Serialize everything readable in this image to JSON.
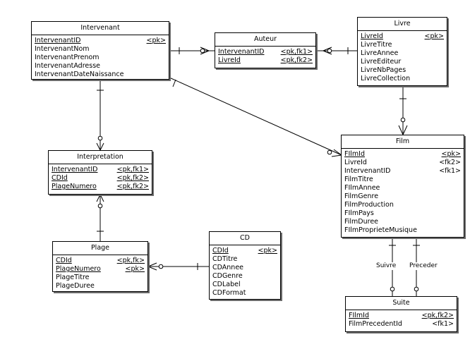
{
  "entities": {
    "intervenant": {
      "title": "Intervenant",
      "attributes": [
        {
          "name": "IntervenantID",
          "key": "<pk>",
          "underline": true
        },
        {
          "name": "IntervenantNom",
          "key": ""
        },
        {
          "name": "IntervenantPrenom",
          "key": ""
        },
        {
          "name": "IntervenantAdresse",
          "key": ""
        },
        {
          "name": "IntervenantDateNaissance",
          "key": ""
        }
      ]
    },
    "auteur": {
      "title": "Auteur",
      "attributes": [
        {
          "name": "IntervenantID",
          "key": "<pk,fk1>",
          "underline": true
        },
        {
          "name": "LivreId",
          "key": "<pk,fk2>",
          "underline": true
        }
      ]
    },
    "livre": {
      "title": "Livre",
      "attributes": [
        {
          "name": "LivreId",
          "key": "<pk>",
          "underline": true
        },
        {
          "name": "LivreTitre",
          "key": ""
        },
        {
          "name": "LivreAnnee",
          "key": ""
        },
        {
          "name": "LivreEditeur",
          "key": ""
        },
        {
          "name": "LivreNbPages",
          "key": ""
        },
        {
          "name": "LivreCollection",
          "key": ""
        }
      ]
    },
    "interpretation": {
      "title": "Interpretation",
      "attributes": [
        {
          "name": "IntervenantID",
          "key": "<pk,fk1>",
          "underline": true
        },
        {
          "name": "CDId",
          "key": "<pk,fk2>",
          "underline": true
        },
        {
          "name": "PlageNumero",
          "key": "<pk,fk2>",
          "underline": true
        }
      ]
    },
    "film": {
      "title": "Film",
      "attributes": [
        {
          "name": "FIlmId",
          "key": "<pk>",
          "underline": true
        },
        {
          "name": "LivreId",
          "key": "<fk2>"
        },
        {
          "name": "IntervenantID",
          "key": "<fk1>"
        },
        {
          "name": "FilmTitre",
          "key": ""
        },
        {
          "name": "FIlmAnnee",
          "key": ""
        },
        {
          "name": "FilmGenre",
          "key": ""
        },
        {
          "name": "FilmProduction",
          "key": ""
        },
        {
          "name": "FIlmPays",
          "key": ""
        },
        {
          "name": "FilmDuree",
          "key": ""
        },
        {
          "name": "FIlmProprieteMusique",
          "key": ""
        }
      ]
    },
    "plage": {
      "title": "Plage",
      "attributes": [
        {
          "name": "CDId",
          "key": "<pk,fk>",
          "underline": true
        },
        {
          "name": "PlageNumero",
          "key": "<pk>",
          "underline": true
        },
        {
          "name": "PlageTitre",
          "key": ""
        },
        {
          "name": "PlageDuree",
          "key": ""
        }
      ]
    },
    "cd": {
      "title": "CD",
      "attributes": [
        {
          "name": "CDId",
          "key": "<pk>",
          "underline": true
        },
        {
          "name": "CDTitre",
          "key": ""
        },
        {
          "name": "CDAnnee",
          "key": ""
        },
        {
          "name": "CDGenre",
          "key": ""
        },
        {
          "name": "CDLabel",
          "key": ""
        },
        {
          "name": "CDFormat",
          "key": ""
        }
      ]
    },
    "suite": {
      "title": "Suite",
      "attributes": [
        {
          "name": "FIlmId",
          "key": "<pk,fk2>",
          "underline": true
        },
        {
          "name": "FilmPrecedentId",
          "key": "<fk1>"
        }
      ]
    }
  },
  "relationship_labels": {
    "suivre": "Suivre",
    "preceder": "Preceder"
  }
}
